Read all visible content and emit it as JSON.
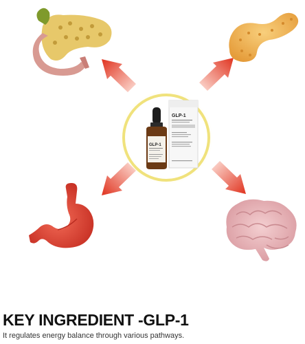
{
  "product": {
    "bottle_label": "GLP-1",
    "box_label": "GLP-1"
  },
  "illustrations": {
    "top_left": "pancreas-liver-icon",
    "top_right": "pancreas-icon",
    "bottom_left": "stomach-icon",
    "bottom_right": "brain-icon"
  },
  "colors": {
    "arrow": "#e03a2a",
    "ring": "#f3e98a",
    "organ_pink": "#e2a6a0",
    "pancreas_orange": "#f2b65a",
    "stomach_red": "#e0493a",
    "brain_pink": "#e8b4b8"
  },
  "footer": {
    "title": "KEY INGREDIENT -GLP-1",
    "subtitle": "It regulates energy balance through various pathways."
  }
}
